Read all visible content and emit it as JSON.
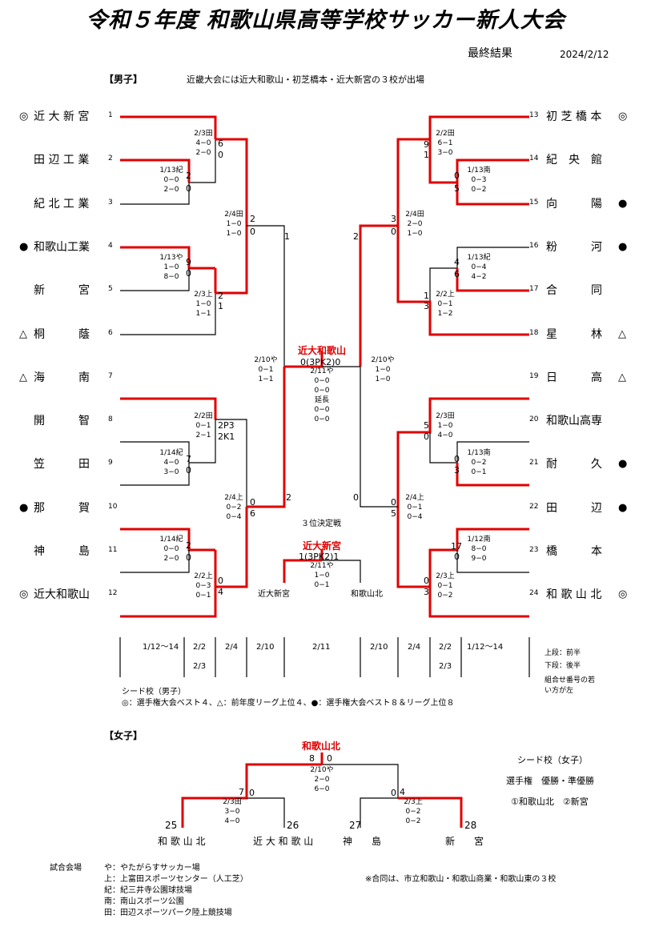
{
  "title": "令和５年度 和歌山県高等学校サッカー新人大会",
  "subtitle": "最終結果",
  "date": "2024/2/12",
  "boys": {
    "label": "【男子】",
    "note": "近畿大会には近大和歌山・初芝橋本・近大新宮の３校が出場",
    "left_teams": [
      {
        "mark": "◎",
        "name": "近 大 新 宮",
        "num": "1"
      },
      {
        "mark": "",
        "name": "田 辺 工 業",
        "num": "2"
      },
      {
        "mark": "",
        "name": "紀 北 工 業",
        "num": "3"
      },
      {
        "mark": "●",
        "name": "和歌山工業",
        "num": "4"
      },
      {
        "mark": "",
        "name": "新　　　宮",
        "num": "5"
      },
      {
        "mark": "△",
        "name": "桐　　　蔭",
        "num": "6"
      },
      {
        "mark": "△",
        "name": "海　　　南",
        "num": "7"
      },
      {
        "mark": "",
        "name": "開　　　智",
        "num": "8"
      },
      {
        "mark": "",
        "name": "笠　　　田",
        "num": "9"
      },
      {
        "mark": "●",
        "name": "那　　　賀",
        "num": "10"
      },
      {
        "mark": "",
        "name": "神　　　島",
        "num": "11"
      },
      {
        "mark": "◎",
        "name": "近大和歌山",
        "num": "12"
      }
    ],
    "right_teams": [
      {
        "mark": "◎",
        "name": "初 芝 橋 本",
        "num": "13"
      },
      {
        "mark": "",
        "name": "紀　央　館",
        "num": "14"
      },
      {
        "mark": "●",
        "name": "向　　　陽",
        "num": "15"
      },
      {
        "mark": "●",
        "name": "粉　　　河",
        "num": "16"
      },
      {
        "mark": "",
        "name": "合　　　同",
        "num": "17"
      },
      {
        "mark": "△",
        "name": "星　　　林",
        "num": "18"
      },
      {
        "mark": "△",
        "name": "日　　　高",
        "num": "19"
      },
      {
        "mark": "",
        "name": "和歌山高専",
        "num": "20"
      },
      {
        "mark": "●",
        "name": "耐　　　久",
        "num": "21"
      },
      {
        "mark": "●",
        "name": "田　　　辺",
        "num": "22"
      },
      {
        "mark": "",
        "name": "橋　　　本",
        "num": "23"
      },
      {
        "mark": "◎",
        "name": "和 歌 山 北",
        "num": "24"
      }
    ],
    "scores": [
      "6",
      "0",
      "2",
      "0",
      "9",
      "0",
      "2",
      "1",
      "2",
      "0",
      "1",
      "2",
      "2P3",
      "2K1",
      "7",
      "0",
      "2",
      "0",
      "0",
      "4",
      "0",
      "6",
      "2",
      "0",
      "9",
      "1",
      "0",
      "5",
      "4",
      "6",
      "1",
      "3",
      "3",
      "0",
      "5",
      "0",
      "0",
      "3",
      "17",
      "0",
      "0",
      "3",
      "0",
      "5",
      "0",
      "2"
    ],
    "details": [
      "2/3田",
      "4−0",
      "2−0",
      "1/13紀",
      "0−0",
      "2−0",
      "2/4田",
      "1−0",
      "1−0",
      "1/13や",
      "1−0",
      "8−0",
      "2/3上",
      "1−0",
      "1−1",
      "2/2田",
      "0−1",
      "2−1",
      "1/14紀",
      "4−0",
      "3−0",
      "2/4上",
      "0−2",
      "0−4",
      "1/14紀",
      "0−0",
      "2−0",
      "2/2上",
      "0−3",
      "0−1",
      "2/10や",
      "0−1",
      "1−1",
      "2/2田",
      "6−1",
      "3−0",
      "1/13南",
      "0−3",
      "0−2",
      "2/4田",
      "2−0",
      "1−0",
      "1/13紀",
      "0−4",
      "4−2",
      "2/2上",
      "0−1",
      "1−2",
      "2/3田",
      "1−0",
      "4−0",
      "1/13南",
      "0−2",
      "0−1",
      "2/4上",
      "0−1",
      "0−4",
      "1/12南",
      "8−0",
      "9−0",
      "2/3上",
      "0−1",
      "0−2",
      "2/10や",
      "1−0",
      "1−0"
    ],
    "final": {
      "winner": "近大和歌山",
      "score": "0(3PK2)0",
      "detail": [
        "2/11や",
        "0−0",
        "0−0",
        "延長",
        "0−0",
        "0−0"
      ]
    },
    "third": {
      "label": "３位決定戦",
      "winner": "近大新宮",
      "score": "1(3PK2)1",
      "detail": [
        "2/11や",
        "1−0",
        "0−1"
      ],
      "team_left": "近大新宮",
      "team_right": "和歌山北"
    },
    "dates": [
      "1/12〜14",
      "2/2",
      "2/4",
      "2/10",
      "2/11",
      "2/10",
      "2/4",
      "2/2",
      "1/12〜14",
      "2/3",
      "2/3"
    ],
    "legend": [
      "上段：前半",
      "下段：後半",
      "組合せ番号の若",
      "い方が左"
    ],
    "seed_title": "シード校（男子）",
    "seed_text": "◎：選手権大会ベスト４、△：前年度リーグ上位４、●：選手権大会ベスト８＆リーグ上位８"
  },
  "girls": {
    "label": "【女子】",
    "winner": "和歌山北",
    "final_score": [
      "8",
      "0"
    ],
    "final_detail": [
      "2/10や",
      "2−0",
      "6−0"
    ],
    "semis": [
      {
        "scores": [
          "7",
          "0"
        ],
        "detail": [
          "2/3田",
          "3−0",
          "4−0"
        ]
      },
      {
        "scores": [
          "0",
          "4"
        ],
        "detail": [
          "2/3上",
          "0−2",
          "0−2"
        ]
      }
    ],
    "teams": [
      {
        "num": "25",
        "name": "和 歌 山 北"
      },
      {
        "num": "26",
        "name": "近 大 和 歌 山"
      },
      {
        "num": "27",
        "name": "神　　島"
      },
      {
        "num": "28",
        "name": "新　　宮"
      }
    ],
    "seed_title": "シード校（女子）",
    "seed_lines": [
      "選手権　優勝・準優勝",
      "①和歌山北　②新宮"
    ]
  },
  "venues_title": "試合会場",
  "venues": [
    "や：やたがらすサッカー場",
    "上：上富田スポーツセンター（人工芝）",
    "紀：紀三井寺公園球技場",
    "南：南山スポーツ公園",
    "田：田辺スポーツパーク陸上競技場"
  ],
  "joint_note": "※合同は、市立和歌山・和歌山商業・和歌山東の３校"
}
